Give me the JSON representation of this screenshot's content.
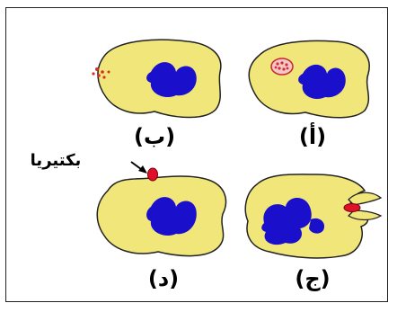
{
  "labels": {
    "panel_a": "(أ)",
    "panel_b": "(ب)",
    "panel_c": "(ج)",
    "panel_d": "(د)",
    "bacteria": "بكتيريا"
  },
  "colors": {
    "cytoplasm": "#F0E67A",
    "cytoplasm_stroke": "#222222",
    "nucleus": "#1A10CC",
    "bacterium": "#E0102A",
    "vacuole_fill": "#F2C7C7",
    "vacuole_dots": "#D32F2F"
  }
}
